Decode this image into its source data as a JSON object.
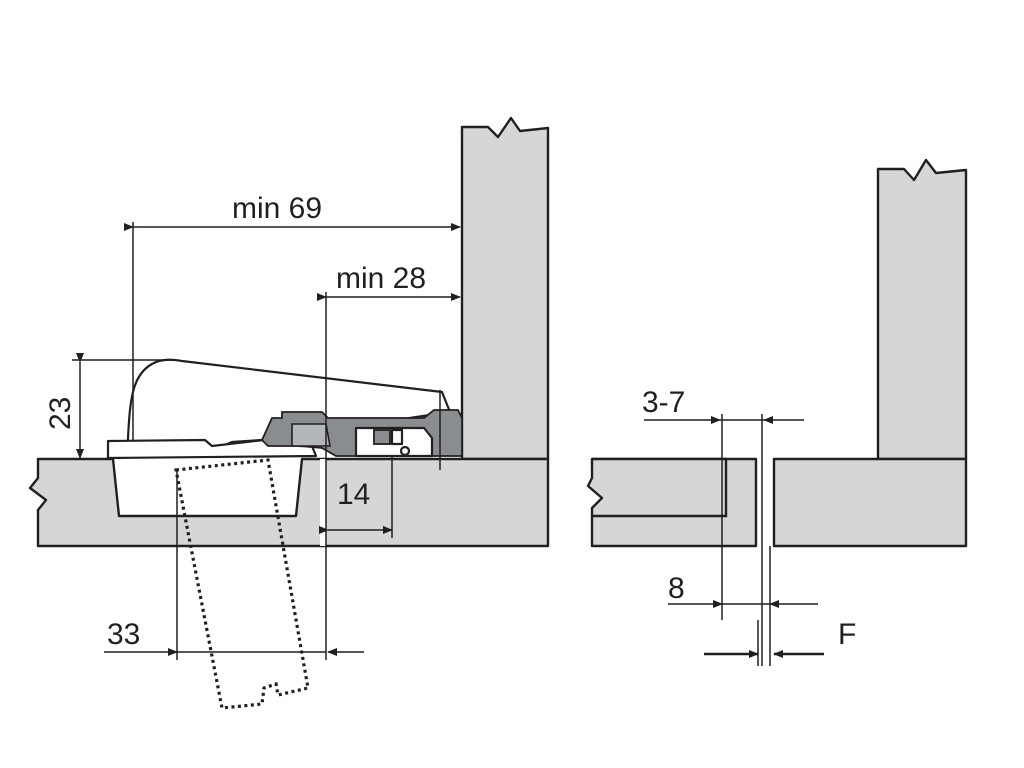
{
  "diagram": {
    "colors": {
      "panel_fill": "#d4d6d8",
      "line": "#231f20",
      "hinge_fill": "#ffffff",
      "hinge_dark": "#8a8d90"
    },
    "left_view": {
      "labels": {
        "min69": "min 69",
        "min28": "min 28",
        "h23": "23",
        "d14": "14",
        "d33": "33"
      }
    },
    "right_view": {
      "labels": {
        "gap": "3-7",
        "overlap": "8",
        "f": "F"
      }
    }
  }
}
